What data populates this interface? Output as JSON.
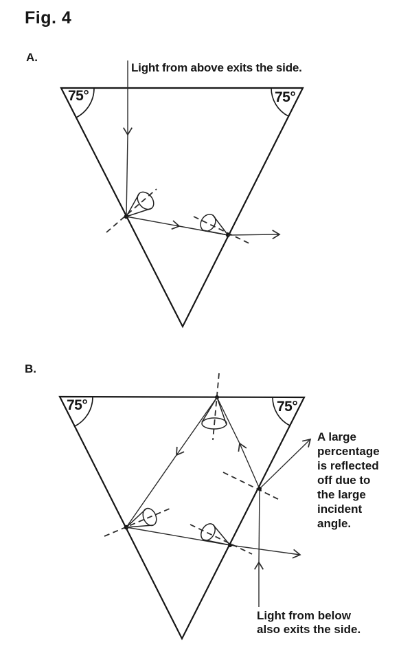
{
  "figure": {
    "title": "Fig. 4"
  },
  "colors": {
    "ink": "#161616",
    "paper": "#ffffff"
  },
  "panel_a": {
    "label": "A.",
    "caption_top": "Light from above exits the side.",
    "angle_left": "75°",
    "angle_right": "75°"
  },
  "panel_b": {
    "label": "B.",
    "angle_left": "75°",
    "angle_right": "75°",
    "note_right": "A large\npercentage\nis reflected\noff due to\nthe large\nincident\nangle.",
    "caption_bottom": "Light from below\nalso exits the side."
  }
}
